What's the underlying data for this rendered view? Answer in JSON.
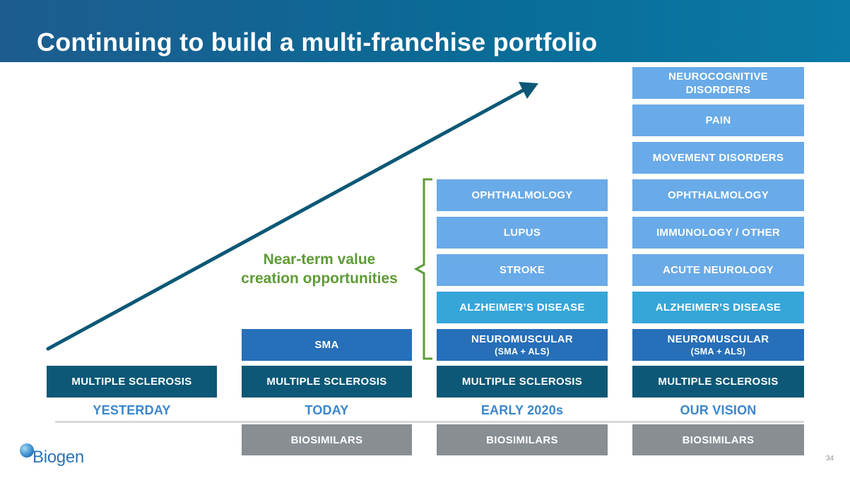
{
  "slide": {
    "title": "Continuing to build a multi-franchise portfolio",
    "page_number": "34",
    "logo_text": "Biogen"
  },
  "callout": {
    "line1": "Near-term value",
    "line2": "creation opportunities"
  },
  "columns": {
    "yesterday": {
      "label": "YESTERDAY",
      "ms": "MULTIPLE SCLEROSIS"
    },
    "today": {
      "label": "TODAY",
      "ms": "MULTIPLE SCLEROSIS",
      "sma": "SMA",
      "biosimilars": "BIOSIMILARS"
    },
    "early2020s": {
      "label": "EARLY 2020s",
      "ms": "MULTIPLE SCLEROSIS",
      "neuromuscular": "NEUROMUSCULAR",
      "neuromuscular_sub": "(SMA + ALS)",
      "alzheimers": "ALZHEIMER’S DISEASE",
      "stroke": "STROKE",
      "lupus": "LUPUS",
      "ophthalmology": "OPHTHALMOLOGY",
      "biosimilars": "BIOSIMILARS"
    },
    "vision": {
      "label": "OUR VISION",
      "ms": "MULTIPLE SCLEROSIS",
      "neuromuscular": "NEUROMUSCULAR",
      "neuromuscular_sub": "(SMA + ALS)",
      "alzheimers": "ALZHEIMER’S DISEASE",
      "acute_neurology": "ACUTE NEUROLOGY",
      "immunology": "IMMUNOLOGY / OTHER",
      "ophthalmology": "OPHTHALMOLOGY",
      "movement_disorders": "MOVEMENT DISORDERS",
      "pain": "PAIN",
      "neurocognitive_line1": "NEUROCOGNITIVE",
      "neurocognitive_line2": "DISORDERS",
      "biosimilars": "BIOSIMILARS"
    }
  },
  "colors": {
    "header": "#0a6b96",
    "multiple_sclerosis": "#0c5876",
    "neuromuscular": "#276fb8",
    "alzheimers": "#36a6d9",
    "light_franchise": "#69aae8",
    "biosimilars": "#898e92",
    "column_label": "#3b86cf",
    "callout": "#5e9b36",
    "arrow": "#0c5876"
  },
  "icons": {
    "growth_arrow": "arrow-up-right-icon",
    "bracket": "left-curly-brace-icon",
    "logo": "biogen-globe-icon"
  }
}
